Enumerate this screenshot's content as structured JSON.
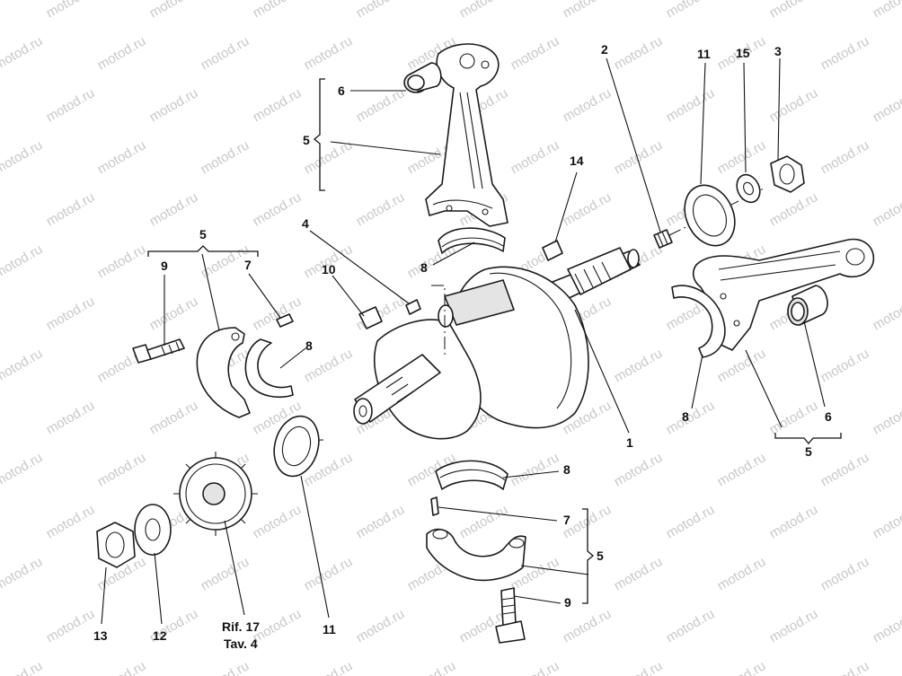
{
  "watermark": "motod.ru",
  "callouts": {
    "c1": "1",
    "c2": "2",
    "c3": "3",
    "c4": "4",
    "c5_top": "5",
    "c5_left": "5",
    "c5_right": "5",
    "c5_bottom": "5",
    "c6_top": "6",
    "c6_right": "6",
    "c7_left": "7",
    "c7_bottom": "7",
    "c8_top": "8",
    "c8_left": "8",
    "c8_right": "8",
    "c8_bottom": "8",
    "c9_left": "9",
    "c9_bottom": "9",
    "c10": "10",
    "c11_top": "11",
    "c11_bottom": "11",
    "c12": "12",
    "c13": "13",
    "c14": "14",
    "c15": "15",
    "rif_line1": "Rif. 17",
    "rif_line2": "Tav. 4"
  }
}
